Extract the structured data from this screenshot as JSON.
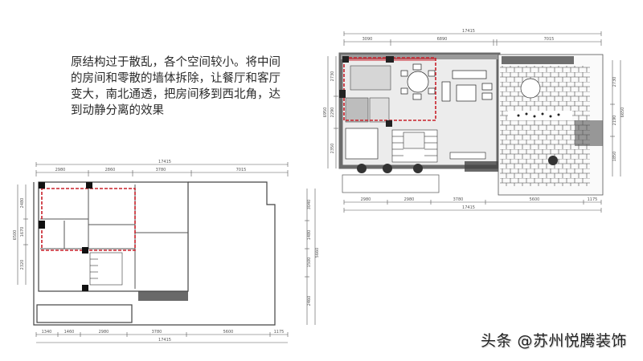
{
  "description": {
    "lines": [
      "原结构过于散乱，各个空间较小。将中间",
      "的房间和零散的墙体拆除，让餐厅和客厅",
      "变大，南北通透，把房间移到西北角，达",
      "到动静分离的效果"
    ]
  },
  "plan_after": {
    "top_dims": {
      "total": "17415",
      "segments": [
        "3090",
        "6890",
        "7015"
      ]
    },
    "bottom_dims": {
      "total": "17415",
      "segments": [
        "2980",
        "2980",
        "3780",
        "5600",
        "1175"
      ]
    },
    "left_dims": {
      "total": "6950",
      "segments": [
        "2730",
        "2290",
        "2350"
      ]
    },
    "right_dims": {
      "total": "6650",
      "segments": [
        "2730",
        "2190",
        "1850"
      ]
    }
  },
  "plan_before": {
    "top_dims": {
      "total": "17415",
      "segments": [
        "2980",
        "2860",
        "3780",
        "7015"
      ]
    },
    "bottom_dims": {
      "total": "17415",
      "segments": [
        "1340",
        "1460",
        "2980",
        "3780",
        "5600",
        "1175"
      ]
    },
    "left_dims": {
      "total": "6500",
      "segments": [
        "2480",
        "1670",
        "2320"
      ]
    },
    "right_dims": {
      "total": "5660",
      "segments": [
        "3040",
        "1480",
        "1500",
        "2460"
      ]
    }
  },
  "colors": {
    "highlight_red": "#c8202a",
    "wall_gray": "#8a8a8a",
    "wall_dark": "#1a1a1a",
    "floor_light": "#eeeeee"
  },
  "watermark": {
    "text": "头条 @苏州悦腾装饰"
  }
}
